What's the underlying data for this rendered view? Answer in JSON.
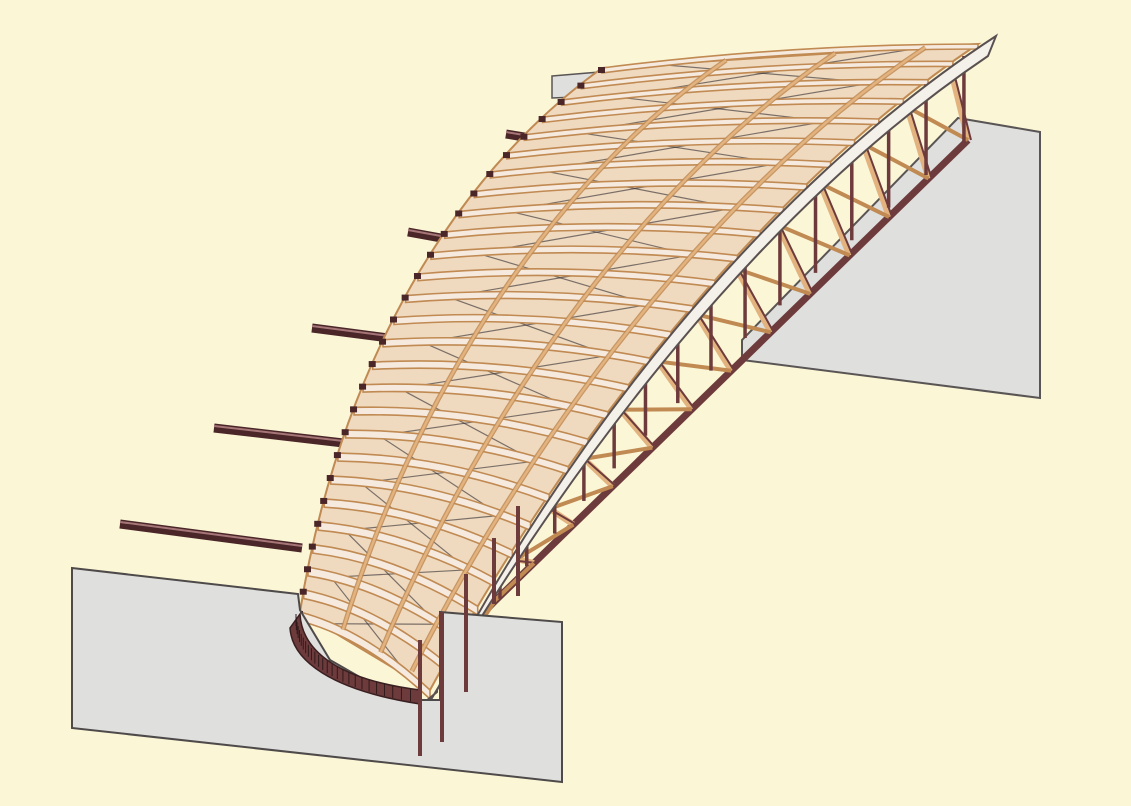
{
  "diagram": {
    "subject": "formwork-for-curved-ramp-slab",
    "colors": {
      "background": "#fbf6d6",
      "wall_face": "#dfdfdd",
      "wall_edge": "#5a5555",
      "timber_light": "#f6eadf",
      "timber_edge": "#c08a52",
      "timber_mid": "#e3b37f",
      "steel": "#6e3b3c",
      "steel_dark": "#4a2628",
      "bracing": "#2e2a2e",
      "guard_rail": "#f4f1ea"
    },
    "counts": {
      "transverse_beams": 27,
      "longitudinal_bearers": 3,
      "outer_props": 16,
      "outriggers": 5
    }
  }
}
